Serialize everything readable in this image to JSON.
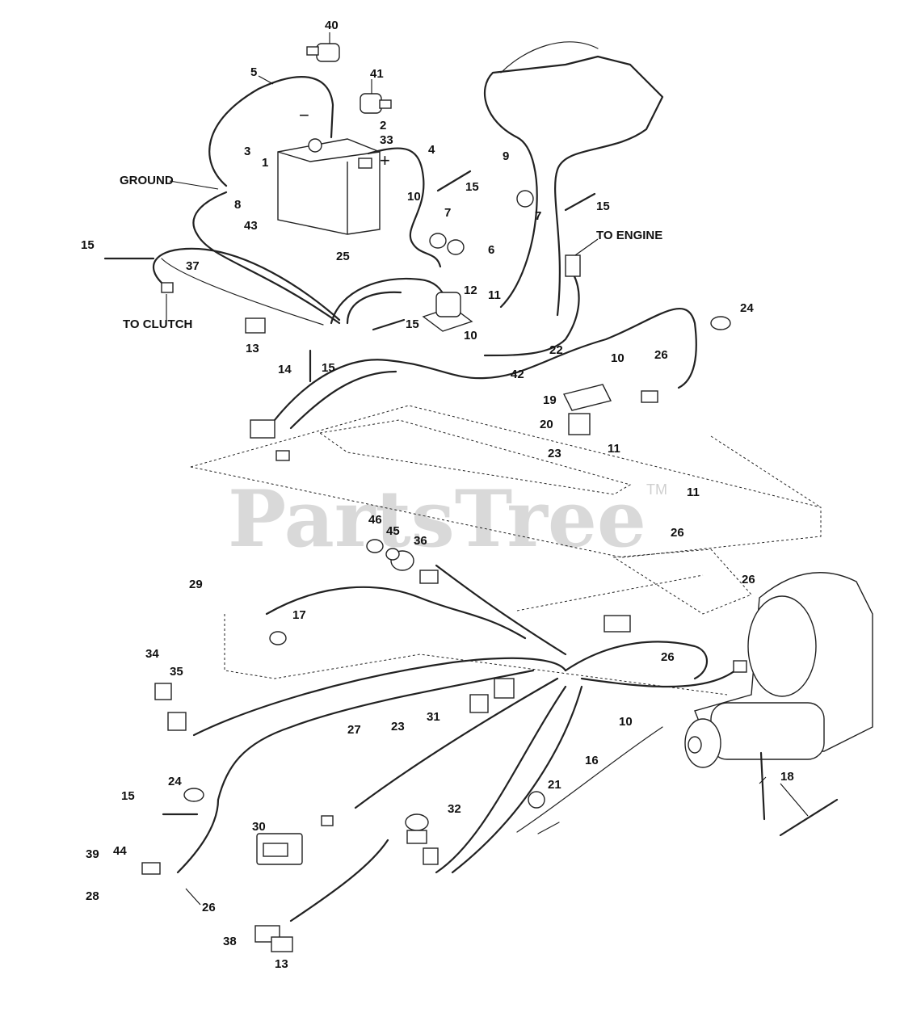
{
  "watermark": {
    "text": "PartsTree",
    "tm": "TM"
  },
  "text_labels": {
    "ground": "GROUND",
    "to_engine": "TO ENGINE",
    "to_clutch": "TO CLUTCH"
  },
  "symbols": {
    "minus": "−",
    "plus": "+"
  },
  "callouts": {
    "c40": "40",
    "c41": "41",
    "c5": "5",
    "c2": "2",
    "c33": "33",
    "c4": "4",
    "c3": "3",
    "c1": "1",
    "c9": "9",
    "c15a": "15",
    "c10a": "10",
    "c8": "8",
    "c43": "43",
    "c7a": "7",
    "c7b": "7",
    "c15b": "15",
    "c6": "6",
    "c25": "25",
    "c15c": "15",
    "c37": "37",
    "c12": "12",
    "c11a": "11",
    "c15d": "15",
    "c10b": "10",
    "c13a": "13",
    "c24a": "24",
    "c14": "14",
    "c15e": "15",
    "c22": "22",
    "c10c": "10",
    "c42": "42",
    "c26a": "26",
    "c19": "19",
    "c20": "20",
    "c23a": "23",
    "c11b": "11",
    "c11c": "11",
    "c46": "46",
    "c45": "45",
    "c36": "36",
    "c26b": "26",
    "c26c": "26",
    "c29": "29",
    "c17": "17",
    "c34": "34",
    "c35": "35",
    "c26d": "26",
    "c10d": "10",
    "c23b": "23",
    "c31": "31",
    "c27": "27",
    "c16": "16",
    "c21": "21",
    "c18": "18",
    "c24b": "24",
    "c15f": "15",
    "c30": "30",
    "c32": "32",
    "c39": "39",
    "c44": "44",
    "c28": "28",
    "c26e": "26",
    "c38": "38",
    "c13b": "13"
  }
}
